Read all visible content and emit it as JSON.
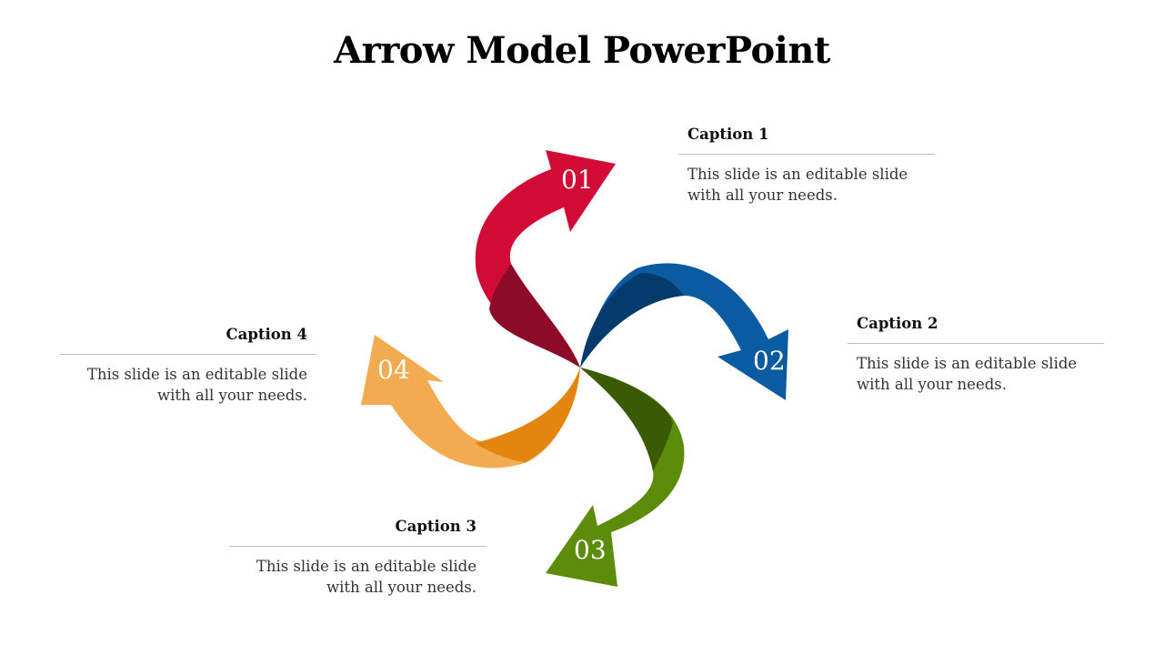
{
  "slide": {
    "title": "Arrow Model PowerPoint"
  },
  "arrows": [
    {
      "number": "01",
      "color": "#d10b35",
      "dark": "#8c0c27"
    },
    {
      "number": "02",
      "color": "#0b5ba3",
      "dark": "#053a6c"
    },
    {
      "number": "03",
      "color": "#5b8c0a",
      "dark": "#3a5a05"
    },
    {
      "number": "04",
      "color": "#f3ab52",
      "dark": "#e3850f"
    }
  ],
  "captions": [
    {
      "title": "Caption 1",
      "line1": "This slide is an editable slide",
      "line2": "with all your needs."
    },
    {
      "title": "Caption 2",
      "line1": "This slide is an editable slide",
      "line2": "with all your needs."
    },
    {
      "title": "Caption 3",
      "line1": "This slide is an editable slide",
      "line2": "with all your needs."
    },
    {
      "title": "Caption 4",
      "line1": "This slide is an editable slide",
      "line2": "with all your needs."
    }
  ]
}
